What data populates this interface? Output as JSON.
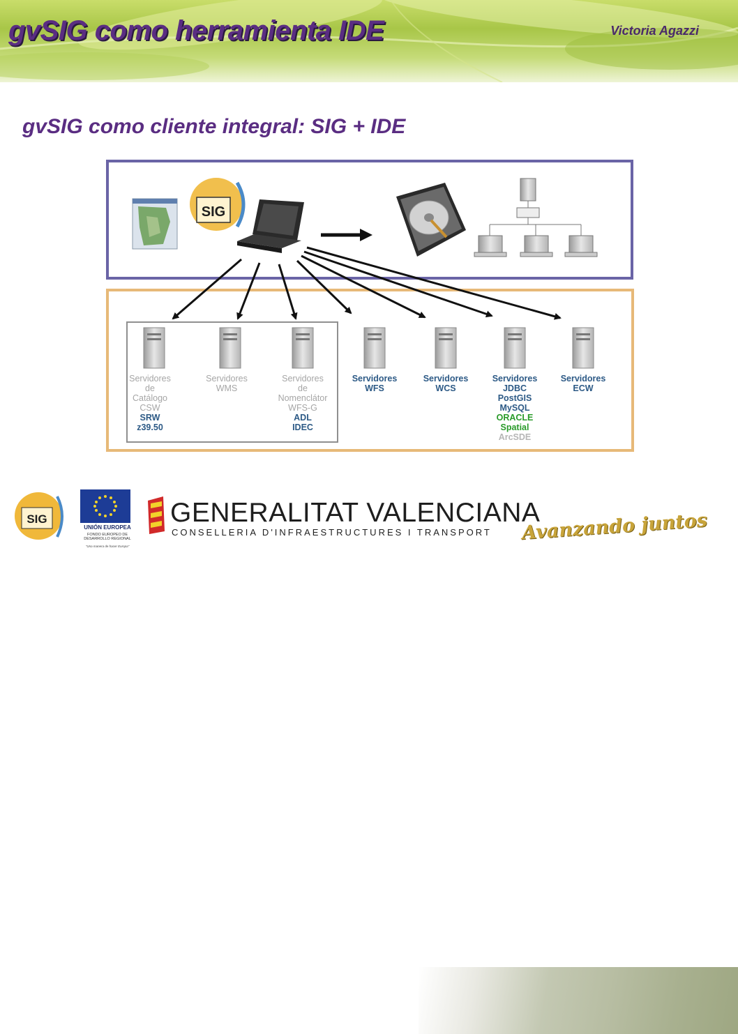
{
  "header": {
    "title": "gvSIG como herramienta IDE",
    "author": "Victoria Agazzi"
  },
  "subtitle": "gvSIG como cliente integral: SIG + IDE",
  "diagram": {
    "gvsig_logo_text": "SIG",
    "servers": [
      {
        "lines": [
          {
            "t": "Servidores",
            "c": "gray"
          },
          {
            "t": "de",
            "c": "gray"
          },
          {
            "t": "Catálogo",
            "c": "gray"
          },
          {
            "t": "CSW",
            "c": "gray"
          },
          {
            "t": "SRW",
            "c": "blue"
          },
          {
            "t": "z39.50",
            "c": "blue"
          }
        ]
      },
      {
        "lines": [
          {
            "t": "Servidores",
            "c": "gray"
          },
          {
            "t": "WMS",
            "c": "gray"
          }
        ]
      },
      {
        "lines": [
          {
            "t": "Servidores",
            "c": "gray"
          },
          {
            "t": "de",
            "c": "gray"
          },
          {
            "t": "Nomenclátor",
            "c": "gray"
          },
          {
            "t": "WFS-G",
            "c": "gray"
          },
          {
            "t": "ADL",
            "c": "blue"
          },
          {
            "t": "IDEC",
            "c": "blue"
          }
        ]
      },
      {
        "lines": [
          {
            "t": "Servidores",
            "c": "blue"
          },
          {
            "t": "WFS",
            "c": "blue"
          }
        ]
      },
      {
        "lines": [
          {
            "t": "Servidores",
            "c": "blue"
          },
          {
            "t": "WCS",
            "c": "blue"
          }
        ]
      },
      {
        "lines": [
          {
            "t": "Servidores",
            "c": "blue"
          },
          {
            "t": "JDBC",
            "c": "blue"
          },
          {
            "t": "PostGIS",
            "c": "blue"
          },
          {
            "t": "MySQL",
            "c": "blue"
          },
          {
            "t": "ORACLE",
            "c": "green"
          },
          {
            "t": "Spatial",
            "c": "green"
          },
          {
            "t": "ArcSDE",
            "c": "lgray"
          }
        ]
      },
      {
        "lines": [
          {
            "t": "Servidores",
            "c": "blue"
          },
          {
            "t": "ECW",
            "c": "blue"
          }
        ]
      }
    ]
  },
  "footer": {
    "gvsig_logo_text": "SIG",
    "eu_label": "UNIÓN EUROPEA",
    "eu_fund": "FONDO EUROPEO DE DESARROLLO REGIONAL",
    "eu_motto": "\"Una manera de hacer Europa\"",
    "gva_name": "GENERALITAT VALENCIANA",
    "gva_sub": "CONSELLERIA D'INFRAESTRUCTURES I TRANSPORT",
    "slogan": "Avanzando juntos"
  },
  "colors": {
    "title": "#5a2d82",
    "top_frame": "#6a64a6",
    "bottom_frame": "#e7b978",
    "blue_text": "#2d5a86",
    "green_text": "#2a9b2a"
  }
}
